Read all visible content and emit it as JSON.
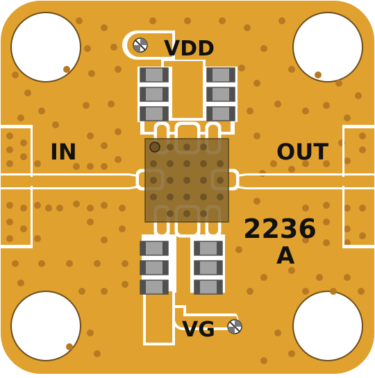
{
  "labels": {
    "vdd": "VDD",
    "in": "IN",
    "out": "OUT",
    "vg": "VG",
    "part_number": "2236",
    "part_suffix": "A"
  },
  "colors": {
    "board": "#e0a12e",
    "via": "#b77a23",
    "trace": "#ffffff",
    "chip": "#8a6a30",
    "chip_dot": "#6f5427",
    "cap_body": "#a2a2a2",
    "cap_end": "#505050"
  },
  "icons": {
    "vdd_pad": "screw-pad-icon",
    "vg_pad": "screw-pad-icon",
    "mount_holes": "mounting-hole-icon"
  }
}
